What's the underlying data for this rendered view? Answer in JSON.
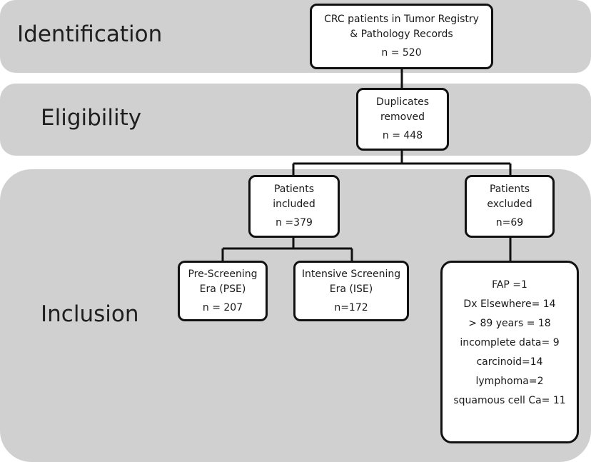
{
  "stages": {
    "identification": "Identification",
    "eligibility": "Eligibility",
    "inclusion": "Inclusion"
  },
  "boxes": {
    "registry": {
      "line1": "CRC patients in Tumor Registry",
      "line2": "& Pathology Records",
      "count": "n = 520"
    },
    "duplicates": {
      "line1": "Duplicates",
      "line2": "removed",
      "count": "n = 448"
    },
    "included": {
      "line1": "Patients",
      "line2": "included",
      "count": "n =379"
    },
    "excluded": {
      "line1": "Patients",
      "line2": "excluded",
      "count": "n=69"
    },
    "pse": {
      "line1": "Pre-Screening",
      "line2": "Era (PSE)",
      "count": "n = 207"
    },
    "ise": {
      "line1": "Intensive Screening",
      "line2": "Era (ISE)",
      "count": "n=172"
    },
    "exclusion_reasons": [
      "FAP =1",
      "Dx Elsewhere= 14",
      "> 89 years = 18",
      "incomplete data= 9",
      "carcinoid=14",
      "lymphoma=2",
      "squamous cell Ca= 11"
    ]
  },
  "colors": {
    "band": "#d0d0d0",
    "box_border": "#111111",
    "box_fill": "#ffffff"
  }
}
